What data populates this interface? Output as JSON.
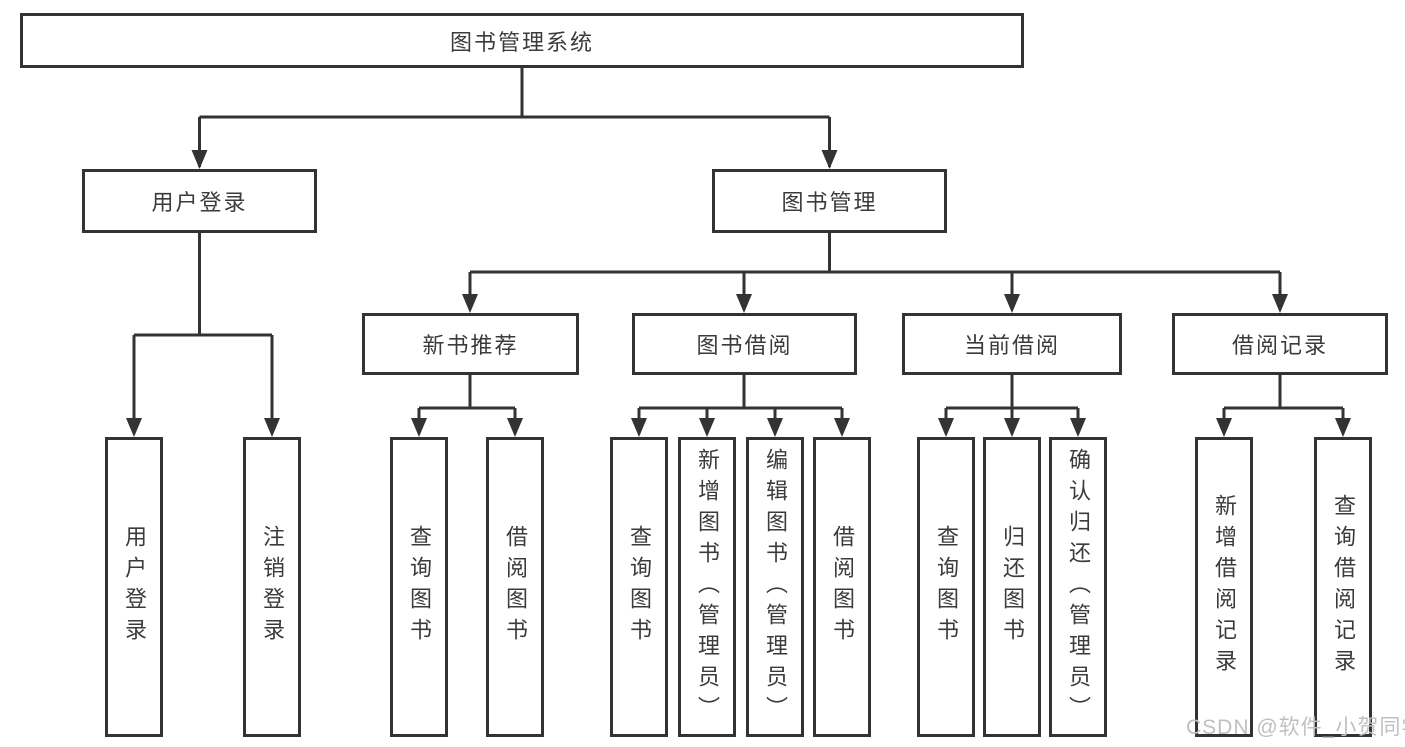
{
  "nodes": {
    "root": "图书管理系统",
    "level2": [
      "用户登录",
      "图书管理"
    ],
    "level3": [
      "新书推荐",
      "图书借阅",
      "当前借阅",
      "借阅记录"
    ],
    "level4": {
      "user_login": [
        "用户登录",
        "注销登录"
      ],
      "new_book_recommend": [
        "查询图书",
        "借阅图书"
      ],
      "book_borrow": [
        "查询图书",
        "新增图书（管理员）",
        "编辑图书（管理员）",
        "借阅图书"
      ],
      "current_borrow": [
        "查询图书",
        "归还图书",
        "确认归还（管理员）"
      ],
      "borrow_records": [
        "新增借阅记录",
        "查询借阅记录"
      ]
    }
  },
  "watermark": {
    "text": "CSDN @软件_小贺同学"
  },
  "colors": {
    "line": "#333333",
    "text": "#3b3b3b",
    "background": "#ffffff",
    "watermark": "#c0c0c0"
  }
}
